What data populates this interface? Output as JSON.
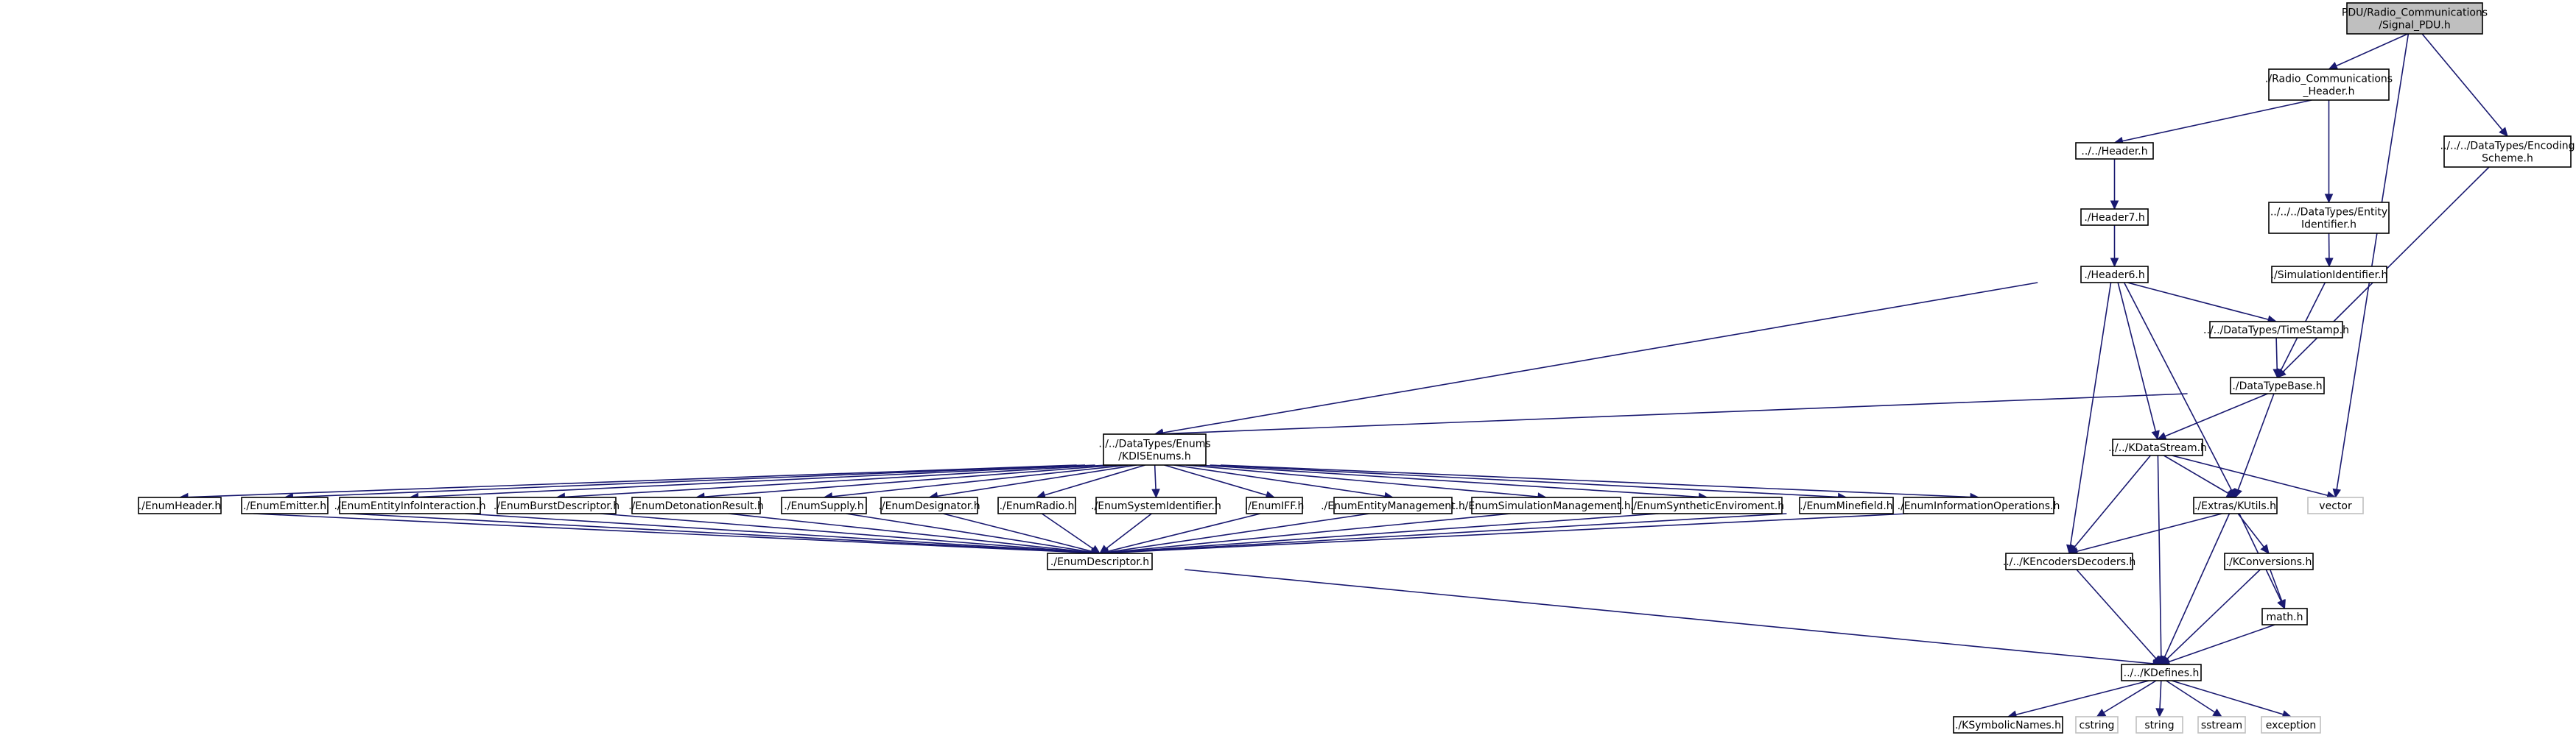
{
  "colors": {
    "edge": "#191970",
    "node_border": "#000000",
    "node_fill": "#ffffff",
    "root_fill": "#bfbfbf",
    "external_border": "#bfbfbf"
  },
  "nodes": [
    {
      "id": "signal_pdu",
      "kind": "root",
      "lines": [
        "PDU/Radio_Communications",
        "/Signal_PDU.h"
      ]
    },
    {
      "id": "radio_comm_header",
      "kind": "file",
      "lines": [
        "./Radio_Communications",
        "_Header.h"
      ]
    },
    {
      "id": "encoding_scheme",
      "kind": "file",
      "lines": [
        "../../../DataTypes/Encoding",
        "Scheme.h"
      ]
    },
    {
      "id": "header",
      "kind": "file",
      "lines": [
        "../../Header.h"
      ]
    },
    {
      "id": "entity_identifier",
      "kind": "file",
      "lines": [
        "../../../DataTypes/Entity",
        "Identifier.h"
      ]
    },
    {
      "id": "header7",
      "kind": "file",
      "lines": [
        "./Header7.h"
      ]
    },
    {
      "id": "simulation_identifier",
      "kind": "file",
      "lines": [
        "./SimulationIdentifier.h"
      ]
    },
    {
      "id": "header6",
      "kind": "file",
      "lines": [
        "./Header6.h"
      ]
    },
    {
      "id": "timestamp",
      "kind": "file",
      "lines": [
        "../../DataTypes/TimeStamp.h"
      ]
    },
    {
      "id": "datatypebase",
      "kind": "file",
      "lines": [
        "./DataTypeBase.h"
      ]
    },
    {
      "id": "disenums",
      "kind": "file",
      "lines": [
        "../../DataTypes/Enums",
        "/KDISEnums.h"
      ]
    },
    {
      "id": "kdatastream",
      "kind": "file",
      "lines": [
        "../../KDataStream.h"
      ]
    },
    {
      "id": "vector",
      "kind": "external",
      "lines": [
        "vector"
      ]
    },
    {
      "id": "enum_header",
      "kind": "file",
      "lines": [
        "./EnumHeader.h"
      ]
    },
    {
      "id": "enum_emitter",
      "kind": "file",
      "lines": [
        "./EnumEmitter.h"
      ]
    },
    {
      "id": "enum_entityinfo",
      "kind": "file",
      "lines": [
        "./EnumEntityInfoInteraction.h"
      ]
    },
    {
      "id": "enum_burst",
      "kind": "file",
      "lines": [
        "./EnumBurstDescriptor.h"
      ]
    },
    {
      "id": "enum_detonation",
      "kind": "file",
      "lines": [
        "./EnumDetonationResult.h"
      ]
    },
    {
      "id": "enum_supply",
      "kind": "file",
      "lines": [
        "./EnumSupply.h"
      ]
    },
    {
      "id": "enum_designator",
      "kind": "file",
      "lines": [
        "./EnumDesignator.h"
      ]
    },
    {
      "id": "enum_radio",
      "kind": "file",
      "lines": [
        "./EnumRadio.h"
      ]
    },
    {
      "id": "enum_sysid",
      "kind": "file",
      "lines": [
        "./EnumSystemIdentifier.h"
      ]
    },
    {
      "id": "enum_iff",
      "kind": "file",
      "lines": [
        "./EnumIFF.h"
      ]
    },
    {
      "id": "enum_entitymgmt",
      "kind": "file",
      "lines": [
        "./EnumEntityManagement.h"
      ]
    },
    {
      "id": "enum_simmgmt",
      "kind": "file",
      "lines": [
        "./EnumSimulationManagement.h"
      ]
    },
    {
      "id": "enum_synth",
      "kind": "file",
      "lines": [
        "./EnumSyntheticEnviroment.h"
      ]
    },
    {
      "id": "enum_minefield",
      "kind": "file",
      "lines": [
        "./EnumMinefield.h"
      ]
    },
    {
      "id": "enum_infoops",
      "kind": "file",
      "lines": [
        "./EnumInformationOperations.h"
      ]
    },
    {
      "id": "kutils",
      "kind": "file",
      "lines": [
        "./Extras/KUtils.h"
      ]
    },
    {
      "id": "enum_descriptor",
      "kind": "file",
      "lines": [
        "./EnumDescriptor.h"
      ]
    },
    {
      "id": "kencoders",
      "kind": "file",
      "lines": [
        "../../KEncodersDecoders.h"
      ]
    },
    {
      "id": "kconversions",
      "kind": "file",
      "lines": [
        "./KConversions.h"
      ]
    },
    {
      "id": "math",
      "kind": "file",
      "lines": [
        "math.h"
      ]
    },
    {
      "id": "kdefines",
      "kind": "file",
      "lines": [
        "../../KDefines.h"
      ]
    },
    {
      "id": "ksymbolic",
      "kind": "file",
      "lines": [
        "./KSymbolicNames.h"
      ]
    },
    {
      "id": "cstring",
      "kind": "external",
      "lines": [
        "cstring"
      ]
    },
    {
      "id": "string",
      "kind": "external",
      "lines": [
        "string"
      ]
    },
    {
      "id": "sstream",
      "kind": "external",
      "lines": [
        "sstream"
      ]
    },
    {
      "id": "exception",
      "kind": "external",
      "lines": [
        "exception"
      ]
    }
  ]
}
